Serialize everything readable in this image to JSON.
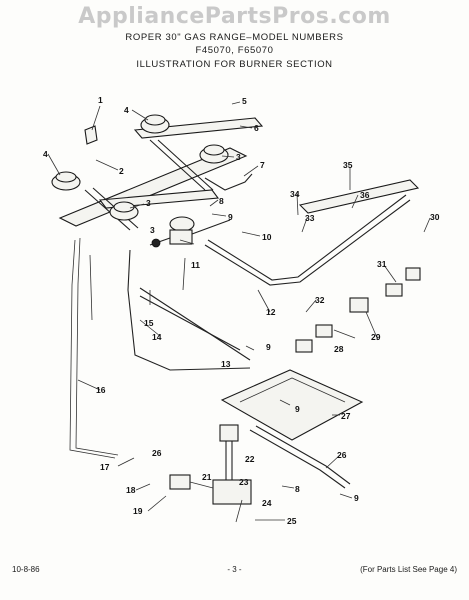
{
  "watermark": "AppliancePartsPros.com",
  "header": {
    "line1": "ROPER 30\" GAS RANGE–MODEL NUMBERS",
    "line2": "F45070, F65070",
    "line3": "ILLUSTRATION FOR BURNER SECTION"
  },
  "callouts": [
    "1",
    "2",
    "3",
    "3",
    "4",
    "4",
    "5",
    "6",
    "7",
    "8",
    "9",
    "9",
    "10",
    "11",
    "12",
    "13",
    "14",
    "15",
    "16",
    "17",
    "18",
    "19",
    "21",
    "22",
    "23",
    "24",
    "25",
    "26",
    "26",
    "27",
    "28",
    "29",
    "30",
    "31",
    "32",
    "33",
    "34",
    "35",
    "36",
    "8",
    "9",
    "9",
    "3"
  ],
  "footer": {
    "date": "10-8-86",
    "page": "- 3 -",
    "note": "(For Parts List See Page 4)"
  }
}
